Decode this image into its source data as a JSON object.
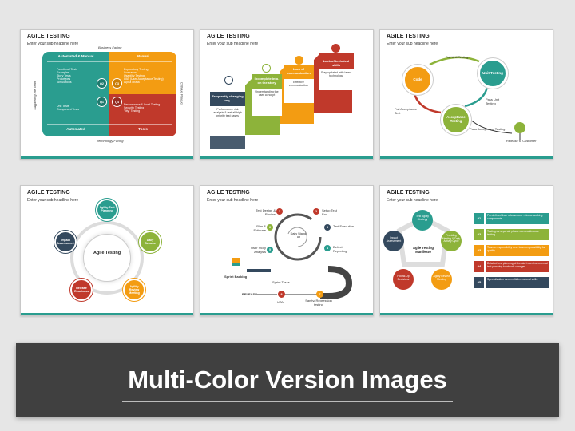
{
  "slides": [
    {
      "title": "AGILE TESTING",
      "subtitle": "Enter your sub headline here",
      "axis_top": "Business Facing",
      "axis_bottom": "Technology Facing",
      "axis_left": "Supporting the Team",
      "axis_right": "Critique Product",
      "quadrants": [
        {
          "header": "Automated & Manual",
          "badge": "Q2",
          "items": [
            "Functional Tests",
            "Examples",
            "Story Tests",
            "Prototypes",
            "Simulations"
          ]
        },
        {
          "header": "Manual",
          "badge": "Q3",
          "items": [
            "Exploratory Testing",
            "Scenarios",
            "Usability Testing",
            "UAT (User Acceptance Testing)",
            "Alpha / Beta"
          ]
        },
        {
          "header": "Automated",
          "badge": "Q1",
          "items": [
            "Unit Tests",
            "Component Tests"
          ]
        },
        {
          "header": "Tools",
          "badge": "Q4",
          "items": [
            "Performance & Load Testing",
            "Security Testing",
            "\"ility\" Testing"
          ]
        }
      ]
    },
    {
      "title": "AGILE TESTING",
      "subtitle": "Enter your sub headline here",
      "steps": [
        {
          "head": "Frequently changing req.",
          "desc": "Performance risk analysis & test all high priority test cases"
        },
        {
          "head": "Incomplete info. on the story",
          "desc": "Understanding the user concept"
        },
        {
          "head": "Lack of communication",
          "desc": "Effective communication"
        },
        {
          "head": "Lack of technical skills",
          "desc": "Stay updated with latest technology"
        }
      ]
    },
    {
      "title": "AGILE TESTING",
      "subtitle": "Enter your sub headline here",
      "nodes": [
        "Code",
        "Unit Testing",
        "Acceptance Testing"
      ],
      "labels": [
        "Fail Unit Testing",
        "Pass Unit Testing",
        "Fail Acceptance Test",
        "Pass Acceptance Testing",
        "Release to Customer"
      ]
    },
    {
      "title": "AGILE TESTING",
      "subtitle": "Enter your sub headline here",
      "center": "Agile Testing",
      "nodes": [
        "Agility Test Planning",
        "Daily Scrums",
        "Agility Review Meeting",
        "Release Readiness",
        "Impact Assessment"
      ]
    },
    {
      "title": "AGILE TESTING",
      "subtitle": "Enter your sub headline here",
      "center": "Daily Stand-up",
      "steps": [
        {
          "n": "1",
          "label": "Test Design & Review"
        },
        {
          "n": "2",
          "label": "Setup Test Env"
        },
        {
          "n": "3",
          "label": "Test Execution"
        },
        {
          "n": "4",
          "label": "Defect Reporting"
        },
        {
          "n": "5",
          "label": "User Story Analysis"
        },
        {
          "n": "6",
          "label": "Plan & Estimate"
        },
        {
          "n": "7",
          "label": "Sanity/ Regression testing"
        },
        {
          "n": "8",
          "label": "UTA"
        }
      ],
      "sprint_backlog": "Sprint Backlog",
      "sprint_tasks": "Sprint Tasks",
      "release": "RELEASE"
    },
    {
      "title": "AGILE TESTING",
      "subtitle": "Enter your sub headline here",
      "center": "Agile Testing Manifesto",
      "hex_nodes": [
        "Test Agility Strategy",
        "Providing Meeting & Daily Activity Cycle",
        "Agility Review Meeting",
        "Follow-Up Decisions",
        "Impact Assessment"
      ],
      "list": [
        {
          "n": "01",
          "text": "Pre-defined than release over release working components."
        },
        {
          "n": "02",
          "text": "Testing as separate phase over continuous testing."
        },
        {
          "n": "03",
          "text": "Team's responsibility over team responsibility for quality."
        },
        {
          "n": "04",
          "text": "Detailed test planning at the start over incremental test planning to absorb changes."
        },
        {
          "n": "05",
          "text": "Specialization over multidimensional skills."
        }
      ]
    }
  ],
  "banner": {
    "title": "Multi-Color Version Images"
  },
  "colors": {
    "green": "#2a9d8f",
    "teal": "#2a9d8f",
    "orange": "#f39c12",
    "red": "#c0392b",
    "olive": "#8db33a",
    "navy": "#34495e",
    "banner": "#404040"
  }
}
